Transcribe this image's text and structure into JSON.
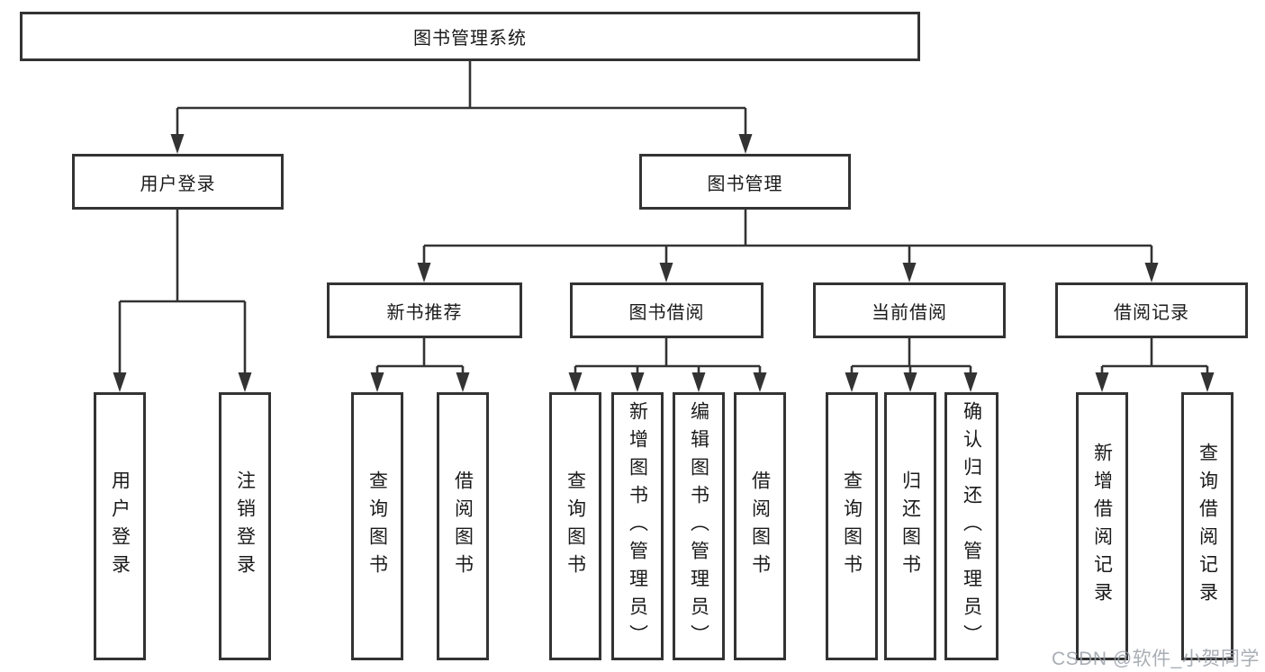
{
  "tree": {
    "root": {
      "label": "图书管理系统"
    },
    "branches": [
      {
        "label": "用户登录",
        "children": [
          {
            "label": "用户登录"
          },
          {
            "label": "注销登录"
          }
        ]
      },
      {
        "label": "图书管理",
        "children": [
          {
            "label": "新书推荐",
            "children": [
              {
                "label": "查询图书"
              },
              {
                "label": "借阅图书"
              }
            ]
          },
          {
            "label": "图书借阅",
            "children": [
              {
                "label": "查询图书"
              },
              {
                "label": "新增图书（管理员）"
              },
              {
                "label": "编辑图书（管理员）"
              },
              {
                "label": "借阅图书"
              }
            ]
          },
          {
            "label": "当前借阅",
            "children": [
              {
                "label": "查询图书"
              },
              {
                "label": "归还图书"
              },
              {
                "label": "确认归还（管理员）"
              }
            ]
          },
          {
            "label": "借阅记录",
            "children": [
              {
                "label": "新增借阅记录"
              },
              {
                "label": "查询借阅记录"
              }
            ]
          }
        ]
      }
    ]
  },
  "watermark": {
    "text": "CSDN @软件_小贺同学"
  },
  "colors": {
    "line": "#333333",
    "box_border": "#333333",
    "text": "#1a1a1a",
    "watermark": "#9aa0a8"
  }
}
